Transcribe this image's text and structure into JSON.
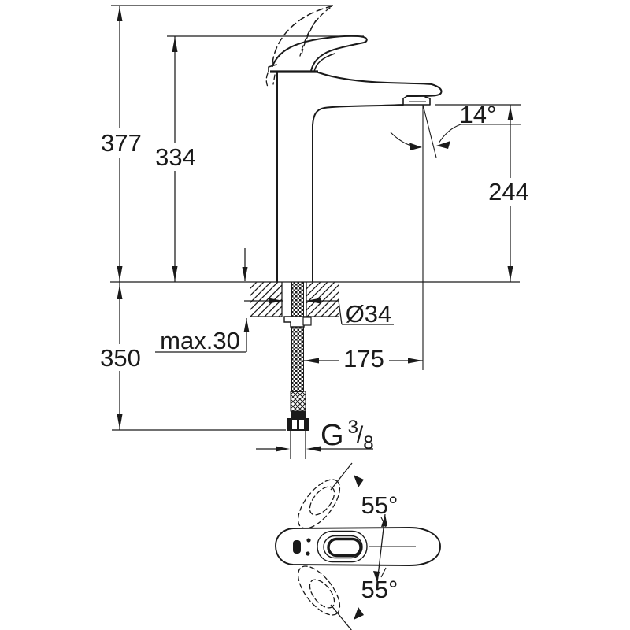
{
  "drawing": {
    "type": "faucet installation dimension drawing",
    "colors": {
      "ink": "#1a1a1a",
      "background": "#ffffff"
    },
    "dimensions": {
      "total_height": "377",
      "spout_top_height": "334",
      "outlet_height": "244",
      "below_deck_length": "350",
      "deck_thickness": "max.30",
      "hole_diameter": "Ø34",
      "spout_reach": "175",
      "spray_angle": "14°",
      "handle_swing_upper": "55°",
      "handle_swing_lower": "55°",
      "thread": {
        "prefix": "G",
        "numerator": "3",
        "slash": "/",
        "denominator": "8"
      }
    }
  }
}
